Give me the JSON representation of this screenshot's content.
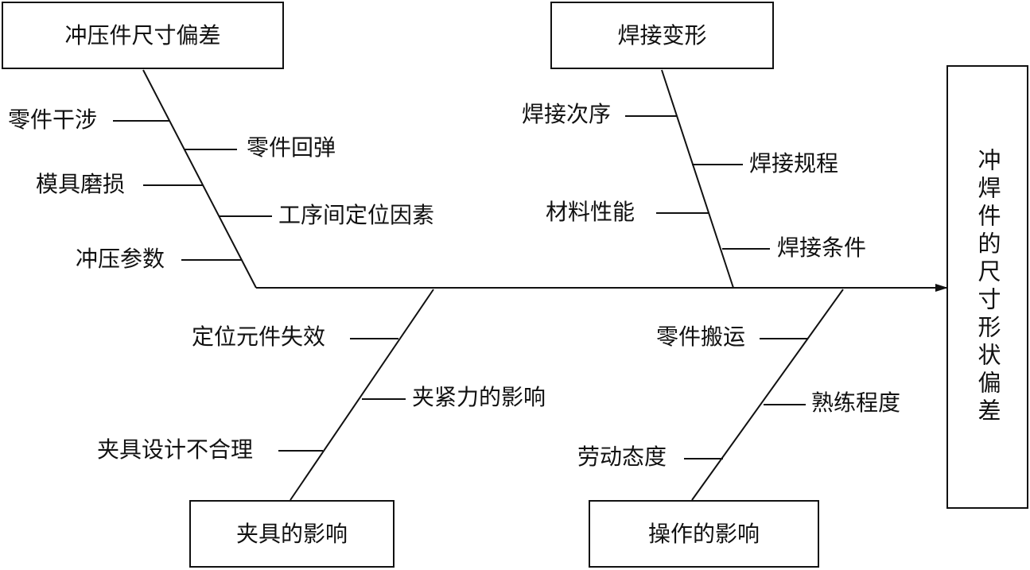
{
  "effect": "冲焊件的尺寸形状偏差",
  "categories": {
    "stamping": "冲压件尺寸偏差",
    "welding": "焊接变形",
    "fixture": "夹具的影响",
    "operation": "操作的影响"
  },
  "causes": {
    "stamping": [
      "零件干涉",
      "零件回弹",
      "模具磨损",
      "工序间定位因素",
      "冲压参数"
    ],
    "welding": [
      "焊接次序",
      "焊接规程",
      "材料性能",
      "焊接条件"
    ],
    "fixture": [
      "定位元件失效",
      "夹紧力的影响",
      "夹具设计不合理"
    ],
    "operation": [
      "零件搬运",
      "熟练程度",
      "劳动态度"
    ]
  },
  "colors": {
    "line": "#111111",
    "background": "#ffffff"
  }
}
